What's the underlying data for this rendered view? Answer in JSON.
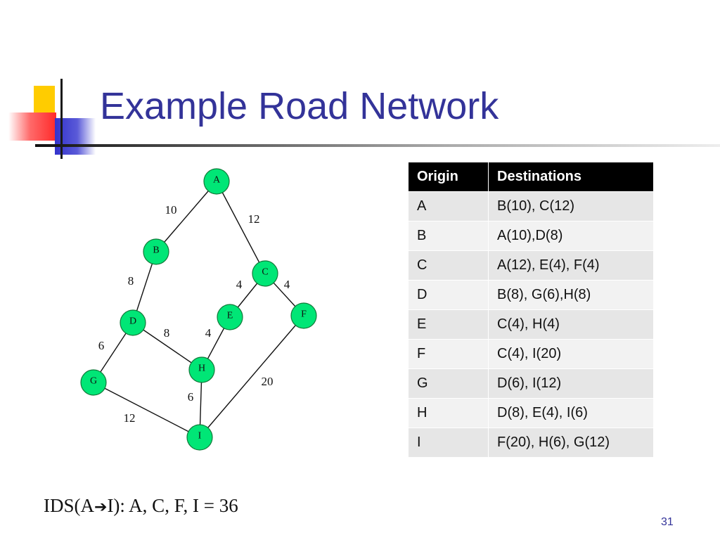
{
  "slide": {
    "title": "Example Road Network",
    "slide_number": "31",
    "ids_prefix": "IDS(A",
    "ids_arrow": "➔",
    "ids_suffix": "I):  A, C, F, I = 36"
  },
  "graph": {
    "nodes": [
      {
        "id": "A",
        "label": "A"
      },
      {
        "id": "B",
        "label": "B"
      },
      {
        "id": "C",
        "label": "C"
      },
      {
        "id": "D",
        "label": "D"
      },
      {
        "id": "E",
        "label": "E"
      },
      {
        "id": "F",
        "label": "F"
      },
      {
        "id": "G",
        "label": "G"
      },
      {
        "id": "H",
        "label": "H"
      },
      {
        "id": "I",
        "label": "I"
      }
    ],
    "edges": [
      {
        "from": "A",
        "to": "B",
        "weight": "10"
      },
      {
        "from": "A",
        "to": "C",
        "weight": "12"
      },
      {
        "from": "B",
        "to": "D",
        "weight": "8"
      },
      {
        "from": "C",
        "to": "E",
        "weight": "4"
      },
      {
        "from": "C",
        "to": "F",
        "weight": "4"
      },
      {
        "from": "D",
        "to": "H",
        "weight": "8"
      },
      {
        "from": "E",
        "to": "H",
        "weight": "4"
      },
      {
        "from": "D",
        "to": "G",
        "weight": "6"
      },
      {
        "from": "F",
        "to": "I",
        "weight": "20"
      },
      {
        "from": "H",
        "to": "I",
        "weight": "6"
      },
      {
        "from": "G",
        "to": "I",
        "weight": "12"
      }
    ]
  },
  "table": {
    "headers": [
      "Origin",
      "Destinations"
    ],
    "rows": [
      [
        "A",
        "B(10), C(12)"
      ],
      [
        "B",
        "A(10),D(8)"
      ],
      [
        "C",
        "A(12), E(4), F(4)"
      ],
      [
        "D",
        "B(8), G(6),H(8)"
      ],
      [
        "E",
        "C(4), H(4)"
      ],
      [
        "F",
        "C(4), I(20)"
      ],
      [
        "G",
        "D(6), I(12)"
      ],
      [
        "H",
        "D(8), E(4), I(6)"
      ],
      [
        "I",
        "F(20), H(6), G(12)"
      ]
    ]
  },
  "colors": {
    "title": "#333399",
    "node_fill": "#00e676",
    "table_header_bg": "#000000"
  }
}
